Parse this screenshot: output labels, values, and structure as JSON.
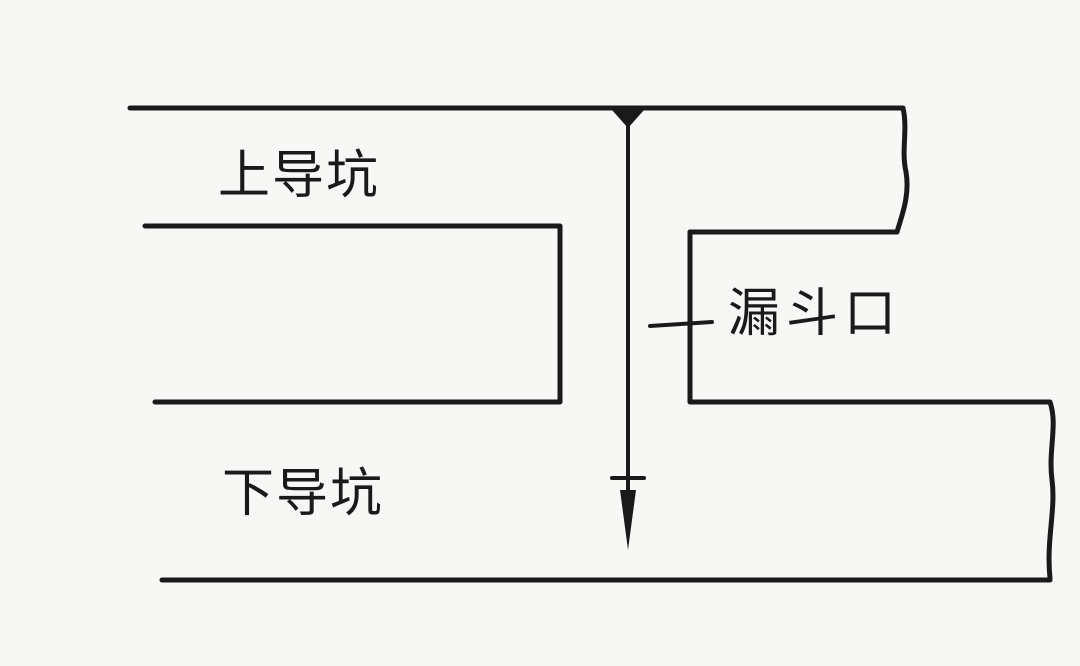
{
  "labels": {
    "upper_heading": "上导坑",
    "funnel_opening": "漏斗口",
    "lower_heading": "下导坑"
  }
}
